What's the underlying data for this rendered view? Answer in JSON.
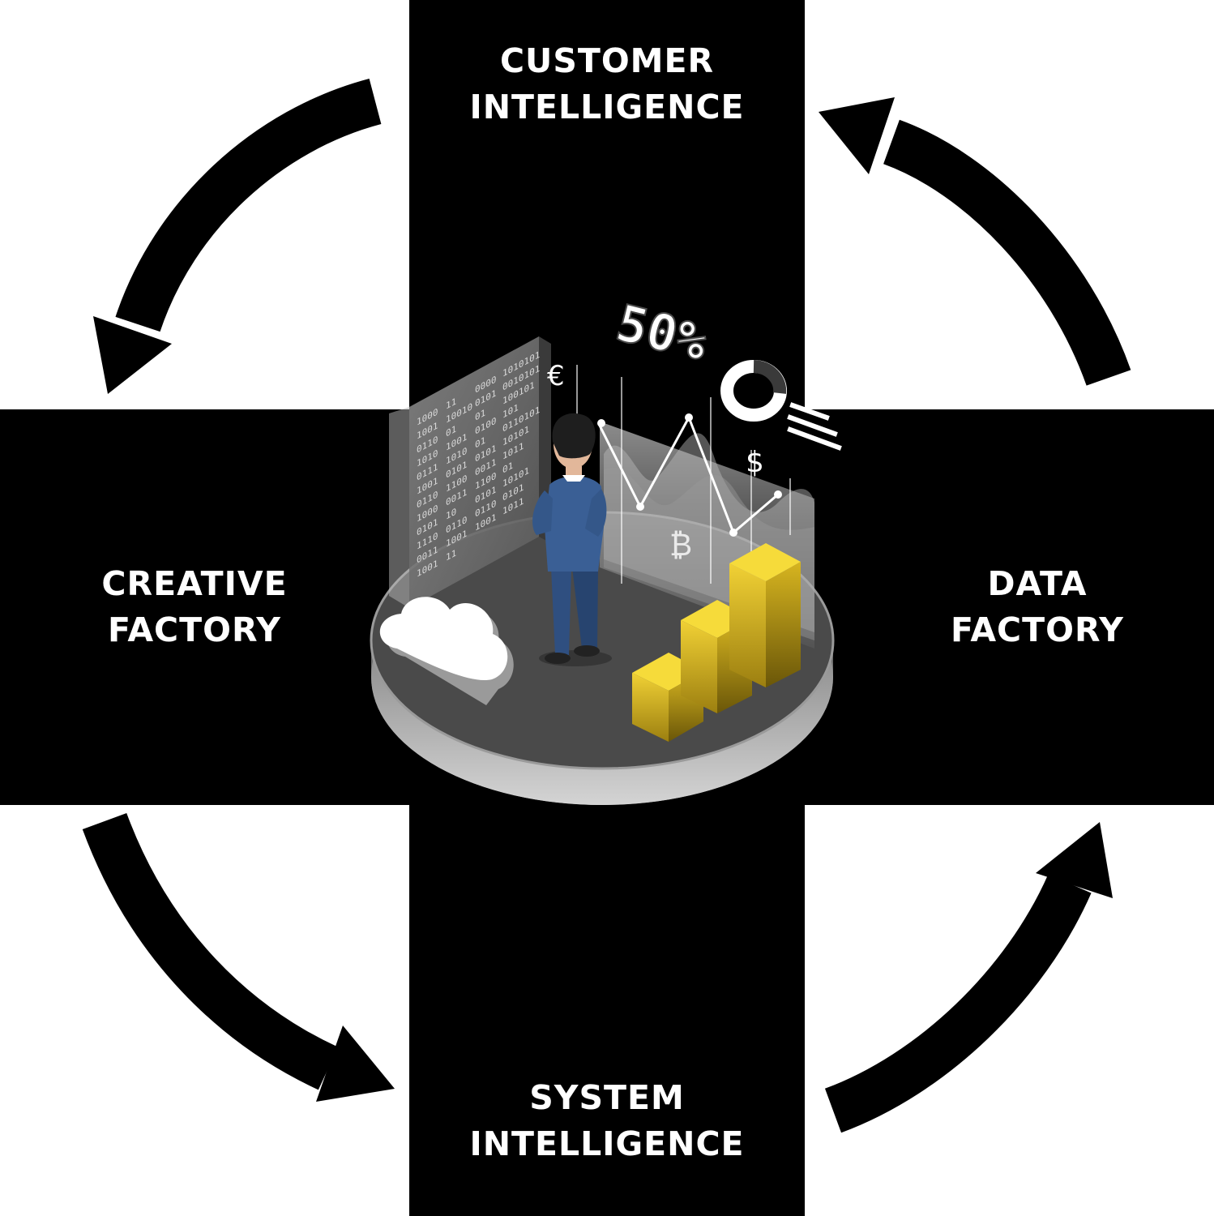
{
  "nodes": {
    "top": {
      "line1": "CUSTOMER",
      "line2": "INTELLIGENCE"
    },
    "left": {
      "line1": "CREATIVE",
      "line2": "FACTORY"
    },
    "right": {
      "line1": "DATA",
      "line2": "FACTORY"
    },
    "bottom": {
      "line1": "SYSTEM",
      "line2": "INTELLIGENCE"
    }
  },
  "illustration": {
    "percent_text": "50%",
    "currency_symbols": [
      "€",
      "$",
      "₿"
    ],
    "binary_columns": [
      [
        "1000",
        "1001",
        "0110",
        "1010",
        "0111",
        "1001",
        "0110",
        "1000",
        "0101",
        "1110",
        "0011",
        "1001"
      ],
      [
        "11",
        "10010",
        "01",
        "1001",
        "1010",
        "0101",
        "1100",
        "0011",
        "10",
        "0110",
        "1001",
        "11"
      ],
      [
        "0000",
        "0101",
        "01",
        "0100",
        "01",
        "0101",
        "0011",
        "1100",
        "0101",
        "0110",
        "1001"
      ],
      [
        "1010101",
        "0010101",
        "100101",
        "101",
        "0110101",
        "10101",
        "1011",
        "01",
        "10101",
        "0101",
        "1011"
      ]
    ]
  },
  "colors": {
    "background": "#ffffff",
    "panel": "#000000",
    "text": "#ffffff",
    "arrow": "#000000",
    "gold": "#e8c51d",
    "jacket": "#3a5f95"
  }
}
